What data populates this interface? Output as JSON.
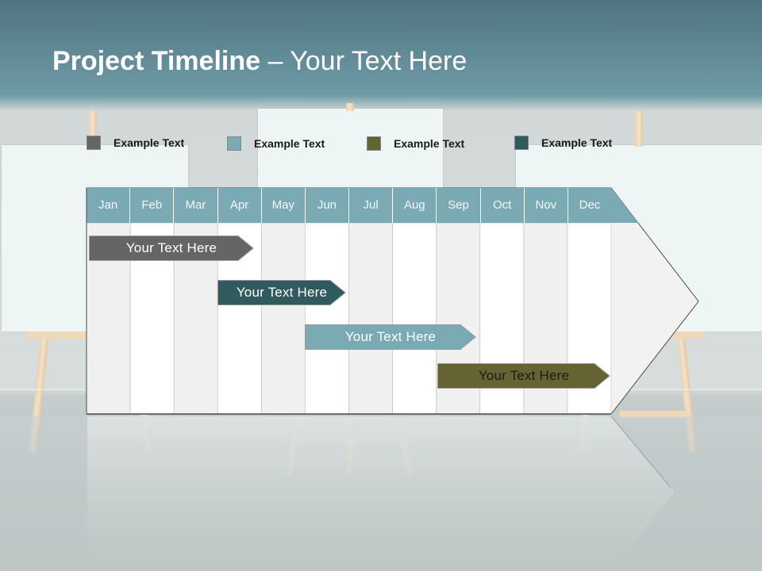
{
  "title": {
    "bold": "Project Timeline",
    "rest": " – Your Text Here"
  },
  "legend": [
    {
      "label": "Example Text",
      "color": "#656565"
    },
    {
      "label": "Example Text",
      "color": "#7aaab4"
    },
    {
      "label": "Example Text",
      "color": "#666333"
    },
    {
      "label": "Example Text",
      "color": "#2f5a5e"
    }
  ],
  "months": [
    "Jan",
    "Feb",
    "Mar",
    "Apr",
    "May",
    "Jun",
    "Jul",
    "Aug",
    "Sep",
    "Oct",
    "Nov",
    "Dec"
  ],
  "tasks": [
    {
      "label": "Your  Text Here",
      "color": "#656565",
      "text_color": "#ffffff"
    },
    {
      "label": "Your  Text Here",
      "color": "#2f5a5e",
      "text_color": "#ffffff"
    },
    {
      "label": "Your  Text Here",
      "color": "#7aaab4",
      "text_color": "#ffffff"
    },
    {
      "label": "Your  Text Here",
      "color": "#666333",
      "text_color": "#1a1a1a"
    }
  ],
  "colors": {
    "header": "#7aaab4",
    "column_light": "#f0f0f0",
    "column_white": "#ffffff",
    "title_text": "#ffffff"
  }
}
